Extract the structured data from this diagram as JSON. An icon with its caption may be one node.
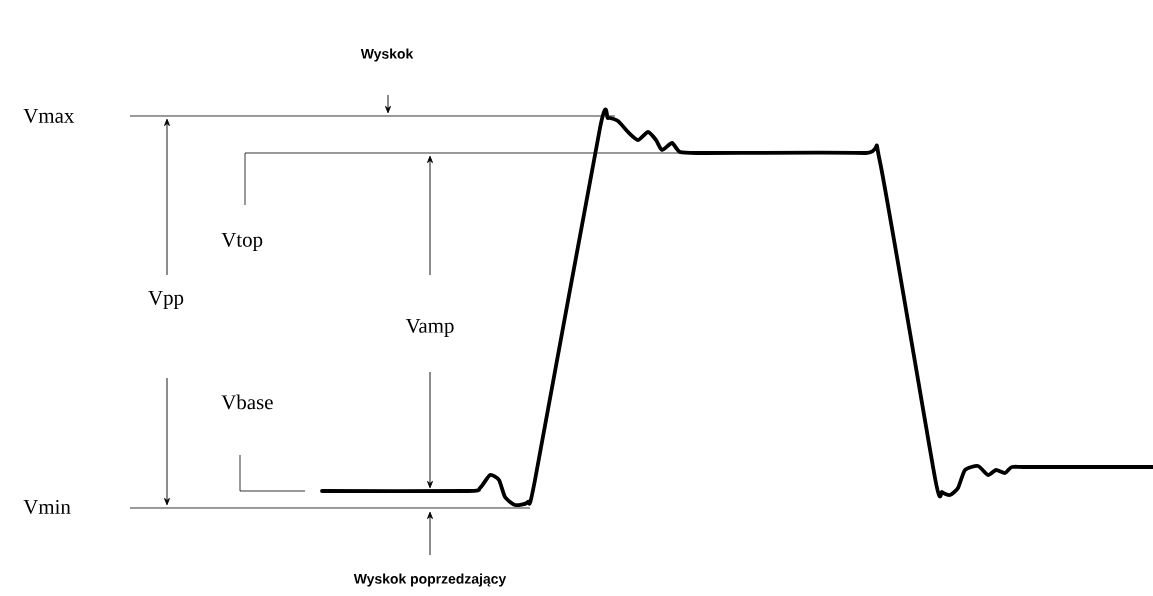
{
  "diagram": {
    "labels": [
      "Wyskok",
      "Vmax",
      "Vtop",
      "Vpp",
      "Vamp",
      "Vbase",
      "Vmin",
      "Wyskok poprzedzający"
    ]
  }
}
